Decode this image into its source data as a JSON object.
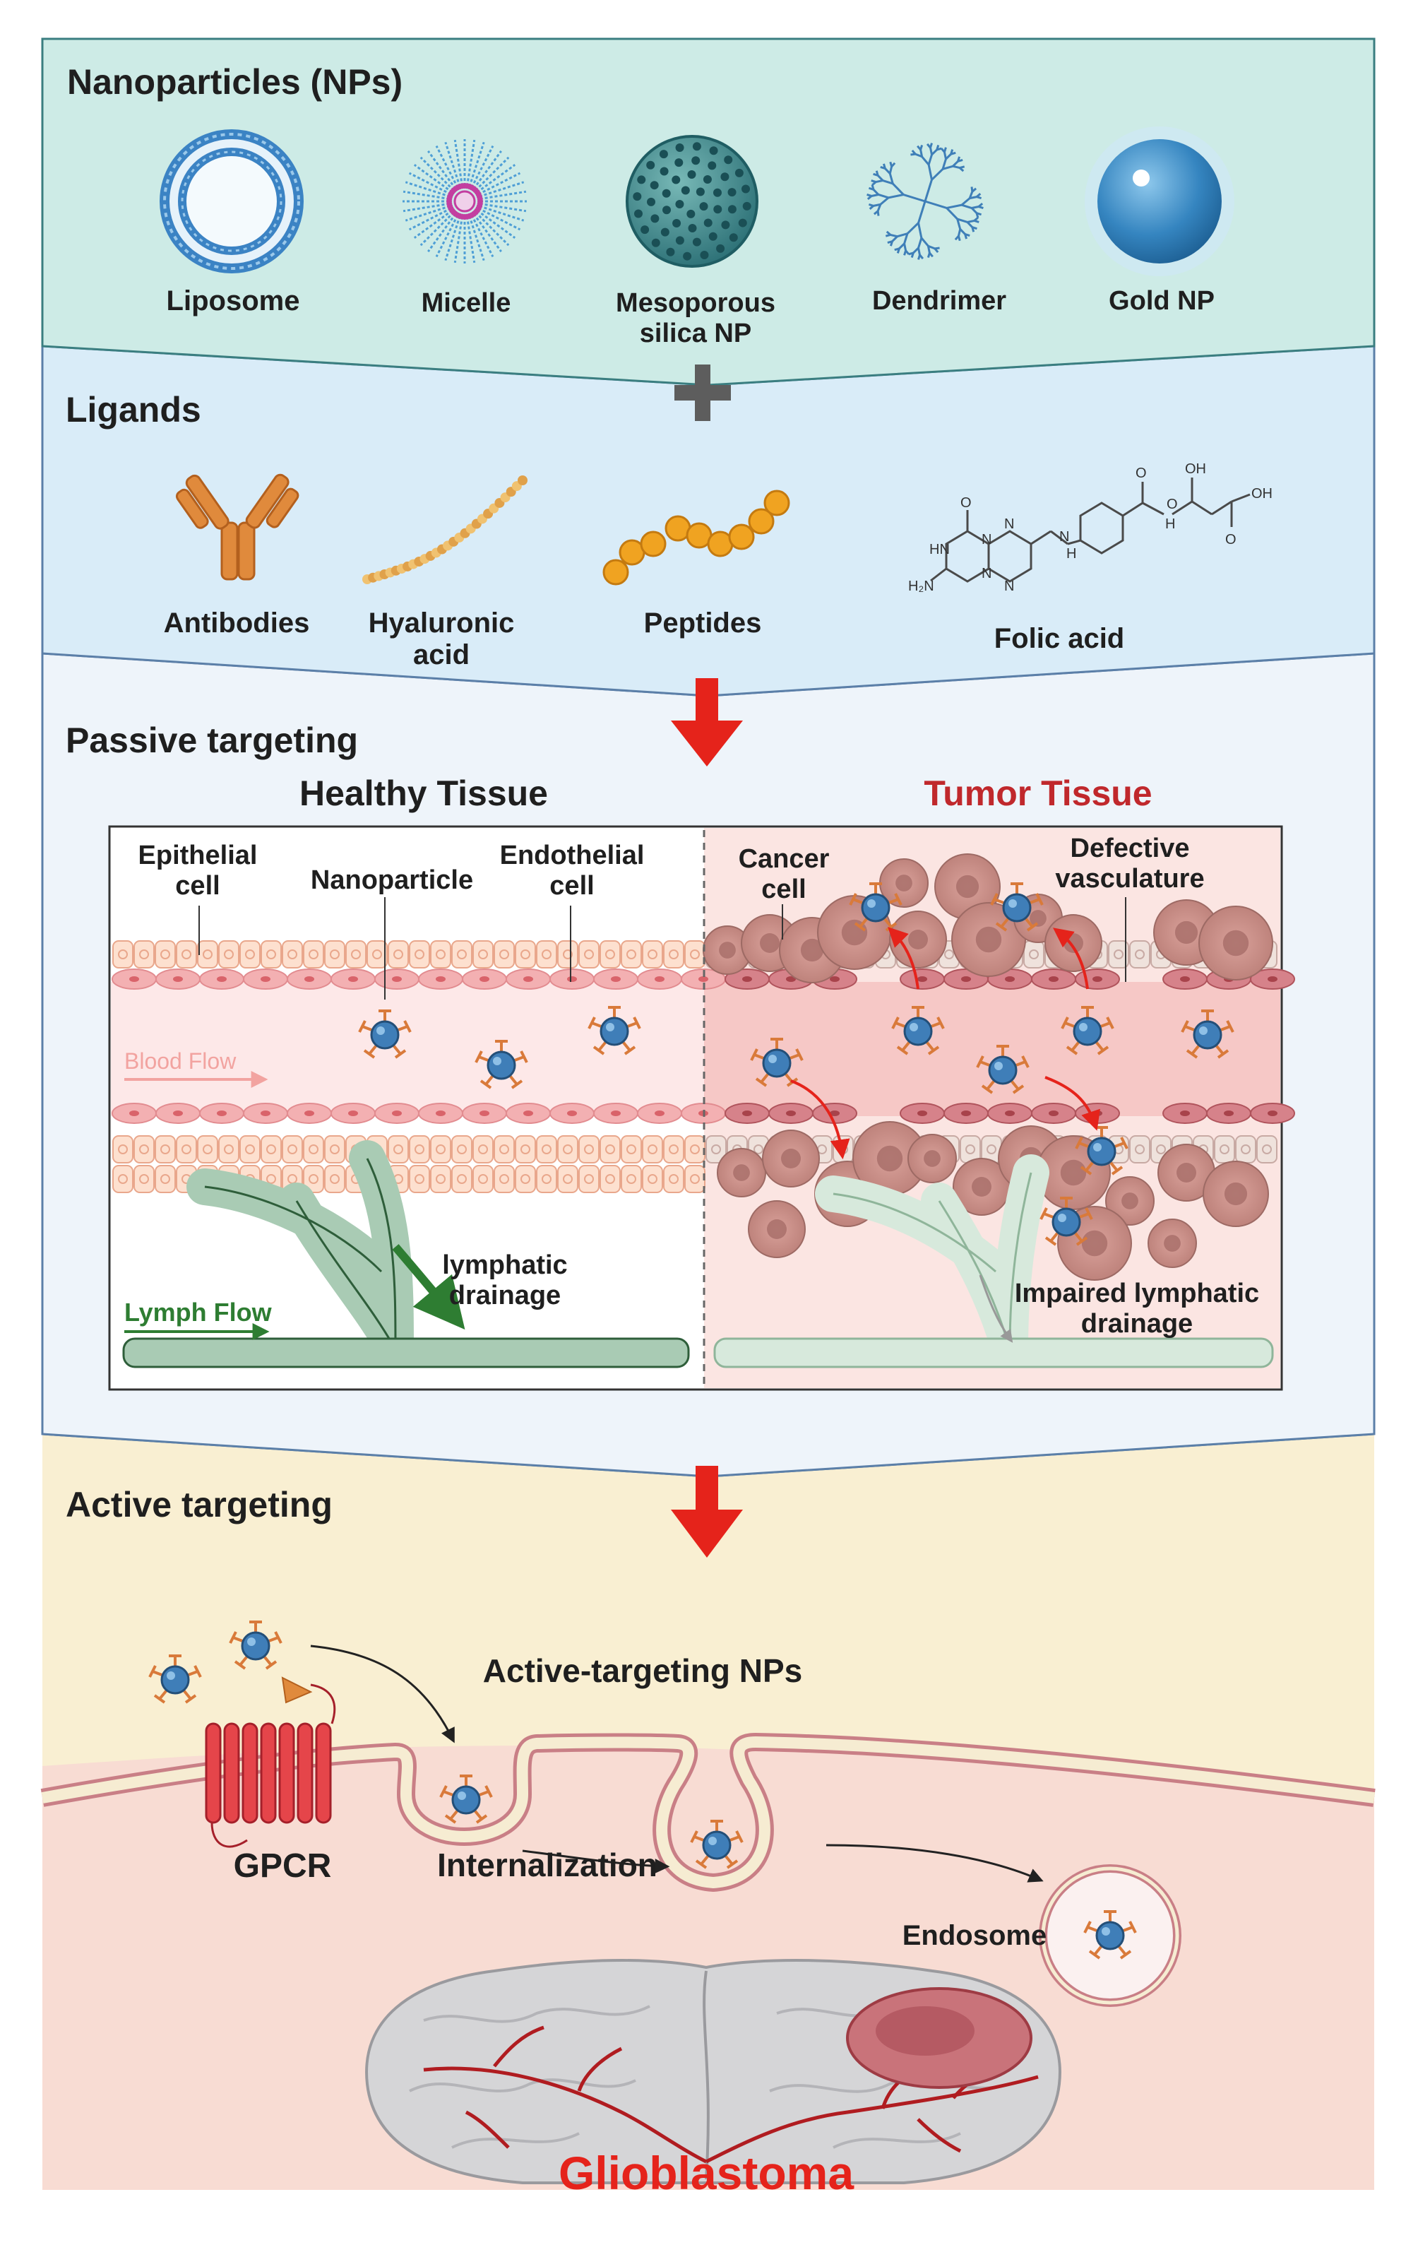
{
  "nanoparticles": {
    "title": "Nanoparticles (NPs)",
    "items": [
      "Liposome",
      "Micelle",
      "Mesoporous\nsilica NP",
      "Dendrimer",
      "Gold NP"
    ]
  },
  "ligands": {
    "title": "Ligands",
    "items": [
      "Antibodies",
      "Hyaluronic\nacid",
      "Peptides",
      "Folic acid"
    ],
    "folic_acid_atoms": [
      "O",
      "HN",
      "H₂N",
      "N",
      "N",
      "N",
      "N",
      "H",
      "N",
      "H",
      "O",
      "OH",
      "O",
      "O",
      "OH"
    ]
  },
  "passive": {
    "title": "Passive targeting",
    "healthy_title": "Healthy Tissue",
    "tumor_title": "Tumor Tissue",
    "labels": {
      "epithelial_cell": "Epithelial\ncell",
      "nanoparticle": "Nanoparticle",
      "endothelial_cell": "Endothelial\ncell",
      "blood_flow": "Blood Flow",
      "lymph_flow": "Lymph Flow",
      "lymphatic_drainage": "lymphatic\ndrainage",
      "cancer_cell": "Cancer\ncell",
      "defective_vasculature": "Defective\nvasculature",
      "impaired_drainage": "Impaired lymphatic\ndrainage"
    }
  },
  "active": {
    "title": "Active targeting",
    "labels": {
      "active_nps": "Active-targeting NPs",
      "gpcr": "GPCR",
      "internalization": "Internalization",
      "endosome": "Endosome",
      "glioblastoma": "Glioblastoma"
    }
  },
  "colors": {
    "np_panel": "#cdebe6",
    "ligand_panel": "#d9ecf8",
    "passive_panel": "#eef4fa",
    "active_panel": "#f9efd2",
    "cell_panel": "#f8dcd3",
    "arrow_red": "#e5231b",
    "tumor_red": "#c0282c",
    "lymph_green": "#2e7d32",
    "blood_pink": "#f2a3a0"
  }
}
